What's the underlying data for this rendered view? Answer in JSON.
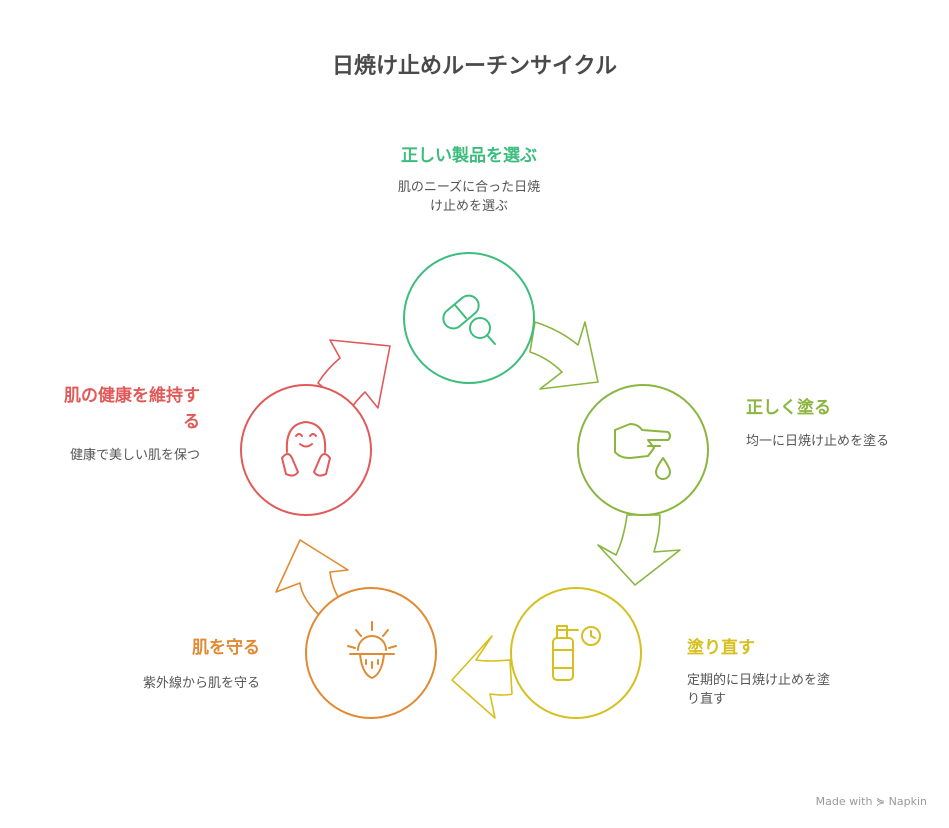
{
  "title": "日焼け止めルーチンサイクル",
  "steps": [
    {
      "title": "正しい製品を選ぶ",
      "desc": "肌のニーズに合った日焼\nけ止めを選ぶ",
      "icon": "pill-magnifier-icon",
      "color": "#3dbd7d"
    },
    {
      "title": "正しく塗る",
      "desc": "均一に日焼け止めを塗る",
      "icon": "hand-drop-icon",
      "color": "#8ab63f"
    },
    {
      "title": "塗り直す",
      "desc": "定期的に日焼け止めを塗\nり直す",
      "icon": "bottle-timer-icon",
      "color": "#d6bf1f"
    },
    {
      "title": "肌を守る",
      "desc": "紫外線から肌を守る",
      "icon": "sun-shield-icon",
      "color": "#e08a33"
    },
    {
      "title": "肌の健康を維持す\nる",
      "desc": "健康で美しい肌を保つ",
      "icon": "happy-face-icon",
      "color": "#e05a59"
    }
  ],
  "watermark": "Made with ⋟ Napkin"
}
